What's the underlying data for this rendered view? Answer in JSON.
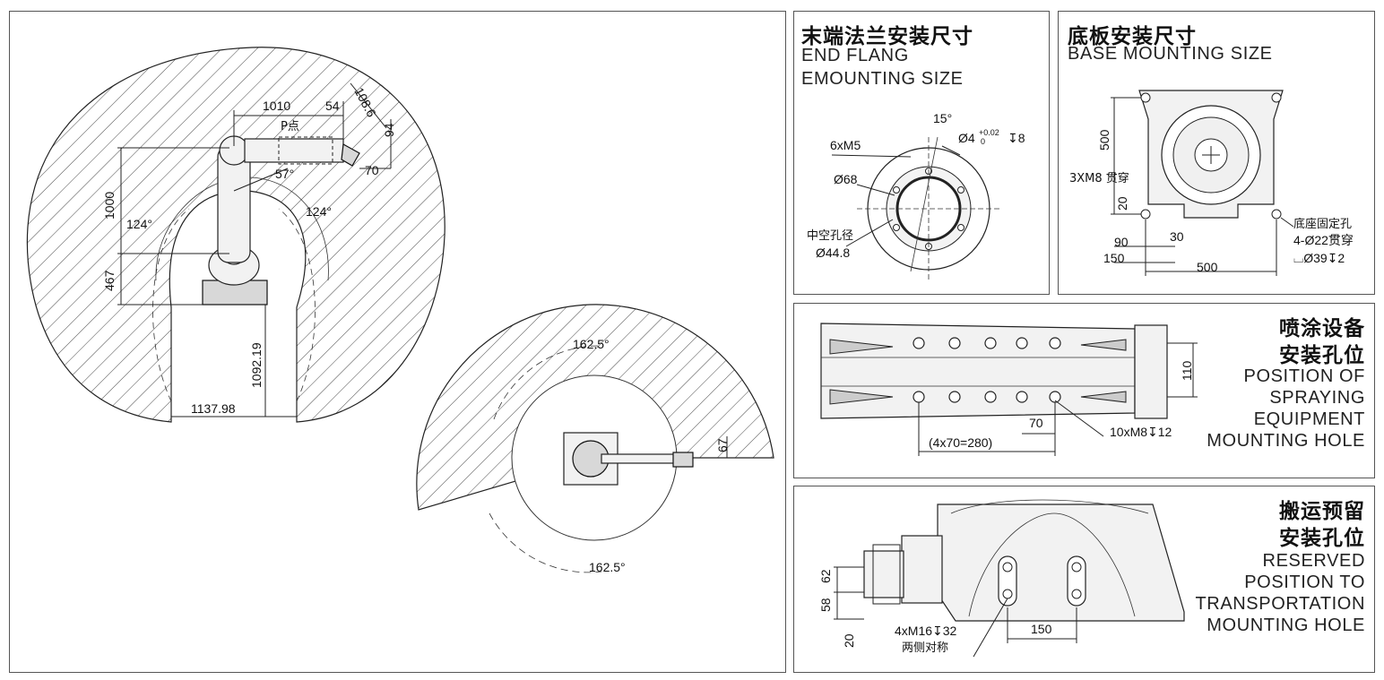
{
  "main": {
    "dims": {
      "d1010": "1010",
      "d54": "54",
      "d108": "108.6",
      "d94": "94",
      "d70": "70",
      "p_point": "P点",
      "a57": "57°",
      "d1000": "1000",
      "a124_left": "124°",
      "a124_right": "124°",
      "d467": "467",
      "d1092": "1092.19",
      "d1137": "1137.98",
      "a162_top": "162.5°",
      "a162_bottom": "162.5°",
      "d67": "67"
    }
  },
  "flange": {
    "title_cn": "末端法兰安装尺寸",
    "title_en_1": "END FLANG",
    "title_en_2": "EMOUNTING SIZE",
    "a15": "15°",
    "d4": "Ø4",
    "tol": "+0.02",
    "tol0": "0",
    "depth8": "↧8",
    "m5": "6xM5",
    "d68": "Ø68",
    "hollow_cn": "中空孔径",
    "d448": "Ø44.8"
  },
  "base": {
    "title_cn": "底板安装尺寸",
    "title_en": "BASE MOUNTING SIZE",
    "d500v": "500",
    "m8": "3XM8 贯穿",
    "d20": "20",
    "d30": "30",
    "d90": "90",
    "d150": "150",
    "d500h": "500",
    "fix_cn": "底座固定孔",
    "fix_holes": "4-Ø22贯穿",
    "fix_cb": "⌴Ø39↧2"
  },
  "spray": {
    "title_cn_1": "喷涂设备",
    "title_cn_2": "安装孔位",
    "title_en": [
      "POSITION OF",
      "SPRAYING",
      "EQUIPMENT",
      "MOUNTING HOLE"
    ],
    "d110": "110",
    "d70": "70",
    "m8": "10xM8↧12",
    "d280": "(4x70=280)"
  },
  "transport": {
    "title_cn_1": "搬运预留",
    "title_cn_2": "安装孔位",
    "title_en": [
      "RESERVED",
      "POSITION TO",
      "TRANSPORTATION",
      "MOUNTING HOLE"
    ],
    "d62": "62",
    "d58": "58",
    "d20": "20",
    "m16": "4xM16↧32",
    "sym_cn": "两侧对称",
    "d150": "150"
  }
}
